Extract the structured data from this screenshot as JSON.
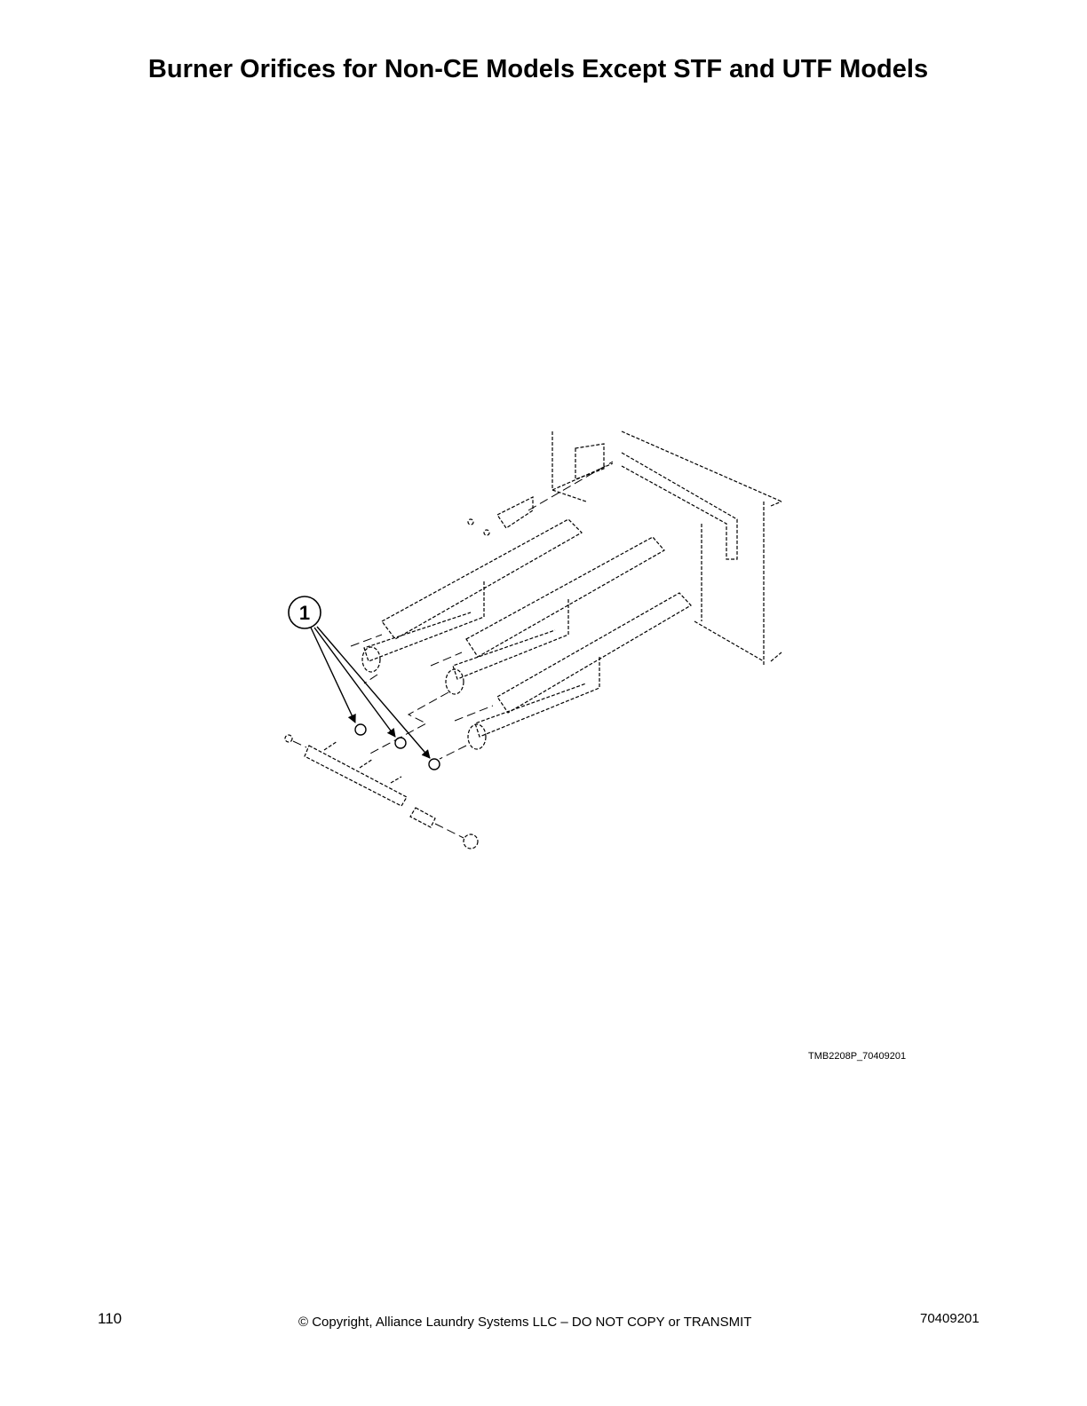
{
  "page": {
    "title": "Burner Orifices for Non-CE Models Except STF and UTF Models",
    "figure_id": "TMB2208P_70409201",
    "callouts": [
      {
        "label": "1",
        "targets": 3
      }
    ],
    "footer": {
      "page_number": "110",
      "copyright": "© Copyright, Alliance Laundry Systems LLC – DO NOT COPY or TRANSMIT",
      "document_number": "70409201"
    }
  }
}
